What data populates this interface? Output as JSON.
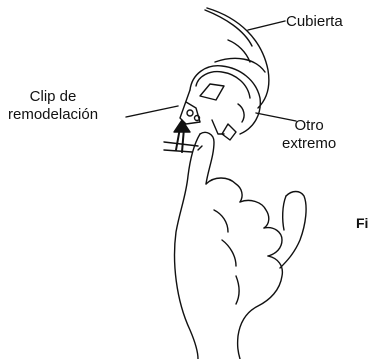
{
  "labels": {
    "cubierta": "Cubierta",
    "clip_line1": "Clip de",
    "clip_line2": "remodelación",
    "otro_line1": "Otro",
    "otro_line2": "extremo",
    "figure_fragment": "Fi"
  },
  "colors": {
    "ink": "#111111",
    "background": "#ffffff"
  }
}
